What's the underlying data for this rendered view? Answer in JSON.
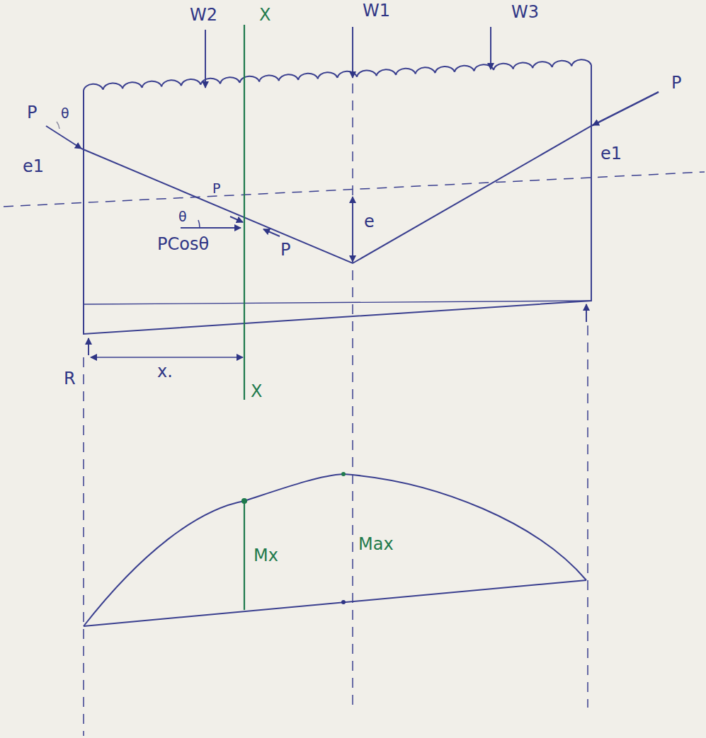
{
  "diagram": {
    "labels": [
      "W2",
      "X",
      "W1",
      "W3",
      "P",
      "θ",
      "P",
      "e1",
      "e1",
      "P",
      "θ",
      "P",
      "PCosθ",
      "e",
      "R",
      "x.",
      "X",
      "Mx",
      "Max"
    ]
  }
}
